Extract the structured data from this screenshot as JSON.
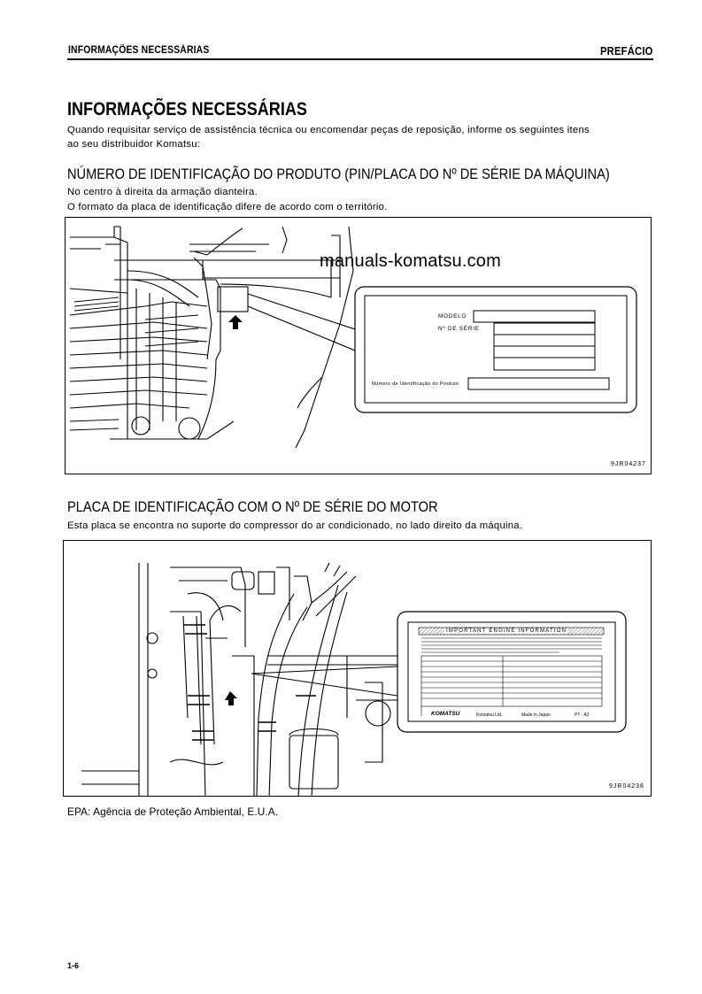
{
  "header": {
    "left": "INFORMAÇÕES NECESSÁRIAS",
    "right": "PREFÁCIO"
  },
  "main": {
    "title": "INFORMAÇÕES NECESSÁRIAS",
    "intro_line1": "Quando requisitar serviço de assistência técnica ou encomendar peças de reposição, informe os seguintes itens",
    "intro_line2": "ao seu distribuidor Komatsu:"
  },
  "section1": {
    "heading": "NÚMERO DE IDENTIFICAÇÃO DO PRODUTO (PIN/PLACA DO Nº DE SÉRIE DA MÁQUINA)",
    "line1": "No centro à direita da armação dianteira.",
    "line2": "O formato da placa de identificação difere de acordo com o território.",
    "figure": {
      "watermark": "manuals-komatsu.com",
      "plate_model": "MODELO",
      "plate_serial": "Nº DE SÉRIE",
      "plate_pin": "Número de Identificação do Produto",
      "code": "9JR04237"
    }
  },
  "section2": {
    "heading": "PLACA DE IDENTIFICAÇÃO COM O Nº DE SÉRIE DO MOTOR",
    "line1": "Esta placa se encontra no suporte do compressor do ar condicionado, no lado direito da máquina.",
    "figure": {
      "plate_title": "IMPORTANT ENGINE INFORMATION",
      "brand": "KOMATSU",
      "maker": "Komatsu Ltd.",
      "made_in": "Made in Japan",
      "part": "PT - A2",
      "code": "9JR04238"
    }
  },
  "note": "EPA: Agência de Proteção Ambiental, E.U.A.",
  "footer": {
    "page": "1-6"
  }
}
